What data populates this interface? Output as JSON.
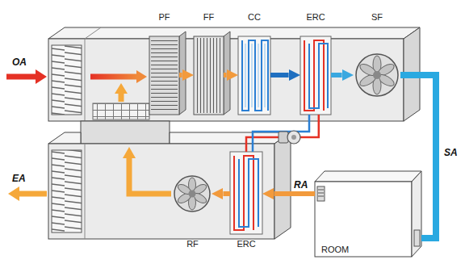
{
  "diagram": {
    "nodes": [
      {
        "text": [
          "PF"
        ]
      },
      {
        "text": [
          "FF"
        ]
      },
      {
        "text": [
          "CC"
        ]
      },
      {
        "text": [
          "ERC"
        ]
      },
      {
        "text": [
          "SF"
        ]
      },
      {
        "text": [
          "RF"
        ]
      },
      {
        "text": [
          "ERC"
        ]
      },
      {
        "text": [
          "ROOM"
        ]
      }
    ],
    "edges": [
      {
        "from": 0,
        "to": 1,
        "arrow": "to"
      },
      {
        "from": 1,
        "to": 2,
        "arrow": "to"
      },
      {
        "from": 2,
        "to": 3,
        "arrow": "to"
      },
      {
        "from": 3,
        "to": 4,
        "arrow": "to"
      },
      {
        "from": 4,
        "to": 7,
        "label": "SA",
        "arrow": "none"
      },
      {
        "from": 7,
        "to": 6,
        "label": "RA",
        "arrow": "to"
      },
      {
        "from": 6,
        "to": 5,
        "arrow": "to"
      },
      {
        "from": 3,
        "to": 6,
        "arrow": "none"
      }
    ],
    "labels": [
      "OA",
      "EA"
    ]
  }
}
